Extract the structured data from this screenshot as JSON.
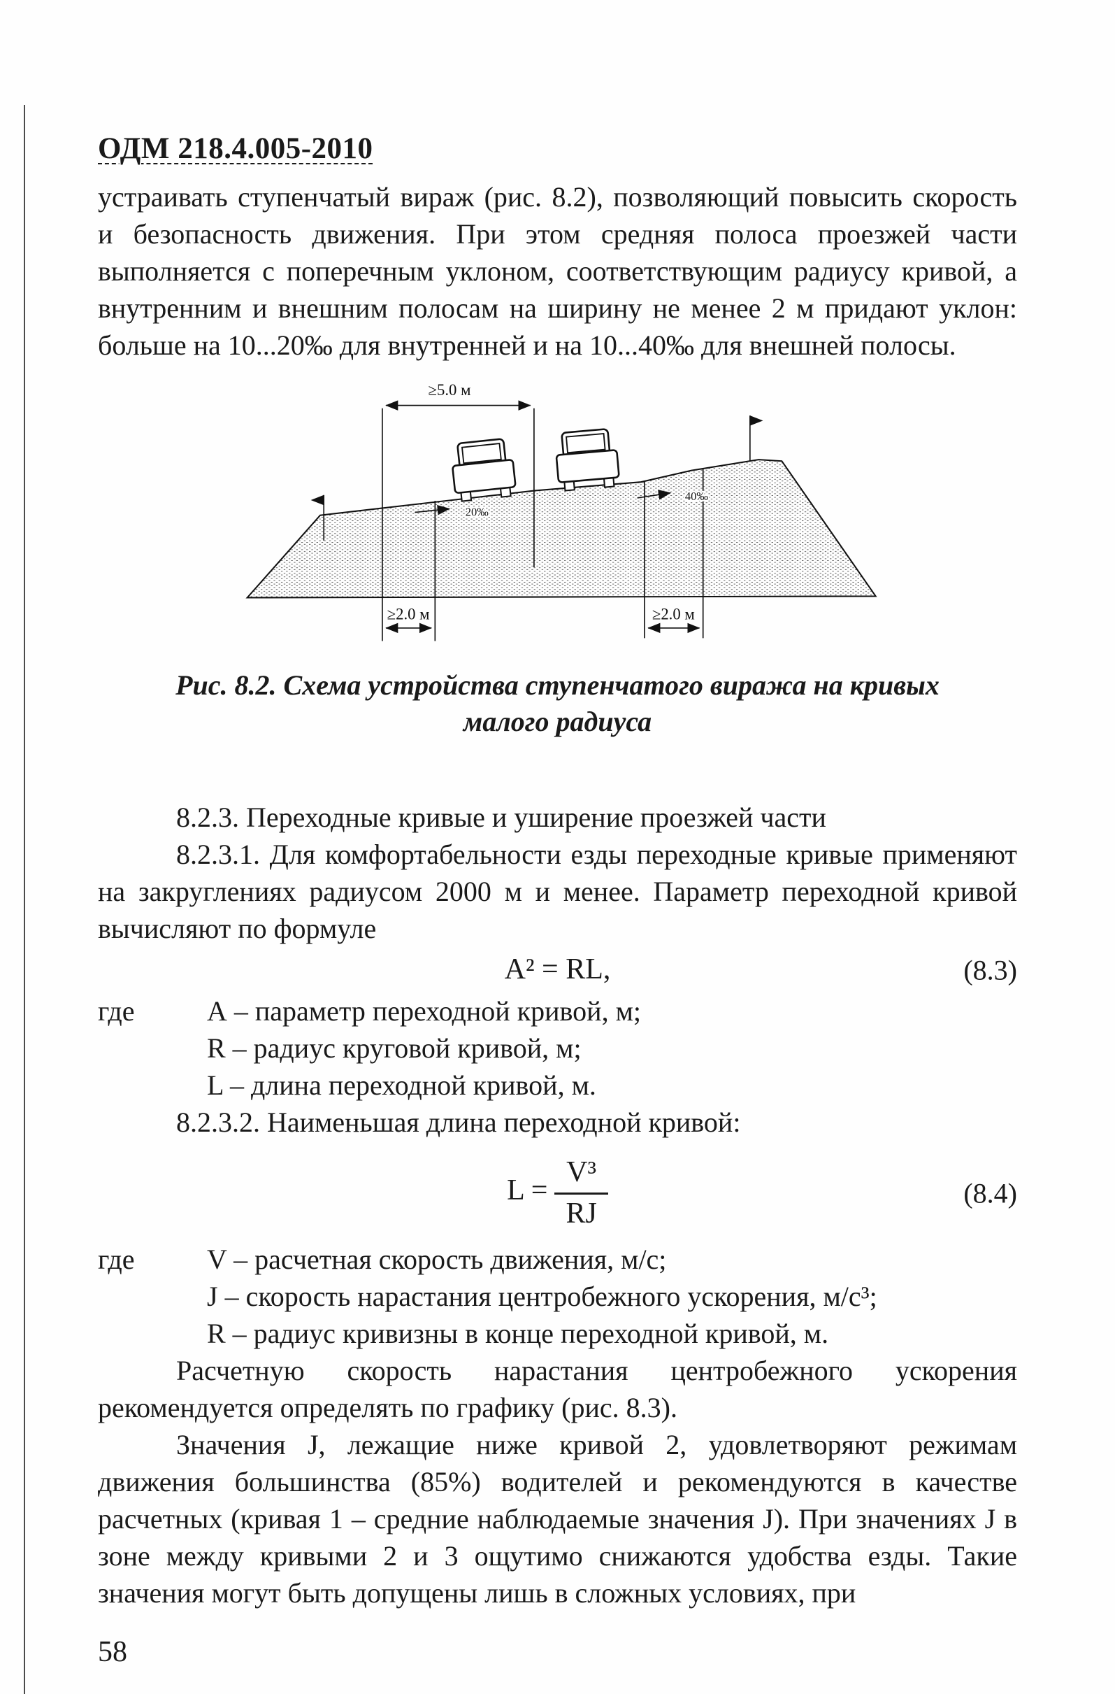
{
  "header": {
    "title": "ОДМ 218.4.005-2010"
  },
  "intro": {
    "text": "устраивать ступенчатый вираж (рис. 8.2), позволяющий повысить скорость и безопасность движения. При этом средняя полоса проезжей части выполняется с поперечным уклоном, соответствующим радиусу кривой, а внутренним и внешним полосам на ширину не менее 2 м придают уклон: больше на 10...20‰ для внутренней и на 10...40‰ для внешней полосы."
  },
  "figure": {
    "dim_top": "≥5.0 м",
    "dim_bottom_left": "≥2.0 м",
    "dim_bottom_right": "≥2.0 м",
    "slope_label_inner": "20‰",
    "slope_label_outer": "40‰",
    "caption_line1": "Рис. 8.2. Схема устройства ступенчатого виража на кривых",
    "caption_line2": "малого радиуса"
  },
  "section": {
    "heading": "8.2.3. Переходные кривые и уширение проезжей части",
    "para_1": "8.2.3.1. Для комфортабельности езды переходные кривые применяют на закруглениях радиусом 2000 м и менее. Параметр переходной кривой вычисляют по формуле",
    "formula_83": {
      "expression": "А² = RL,",
      "number": "(8.3)"
    },
    "where_1": {
      "label": "где",
      "items": [
        "А – параметр переходной кривой, м;",
        "R – радиус круговой кривой, м;",
        "L – длина переходной кривой, м."
      ]
    },
    "para_2": "8.2.3.2. Наименьшая длина переходной кривой:",
    "formula_84": {
      "lhs": "L =",
      "numerator": "V³",
      "denominator": "RJ",
      "number": "(8.4)"
    },
    "where_2": {
      "label": "где",
      "items": [
        "V – расчетная скорость движения, м/с;",
        "J – скорость нарастания центробежного ускорения, м/с³;",
        "R – радиус кривизны в конце переходной кривой, м."
      ]
    },
    "para_3": "Расчетную скорость нарастания центробежного ускорения рекомендуется определять по графику (рис. 8.3).",
    "para_4": "Значения J, лежащие ниже кривой 2, удовлетворяют режимам движения большинства (85%) водителей и рекомендуются в качестве расчетных (кривая 1 – средние наблюдаемые значения J). При значениях J в зоне между кривыми 2 и 3 ощутимо снижаются удобства езды. Такие значения могут быть допущены лишь в сложных условиях, при"
  },
  "footer": {
    "page_number": "58"
  }
}
